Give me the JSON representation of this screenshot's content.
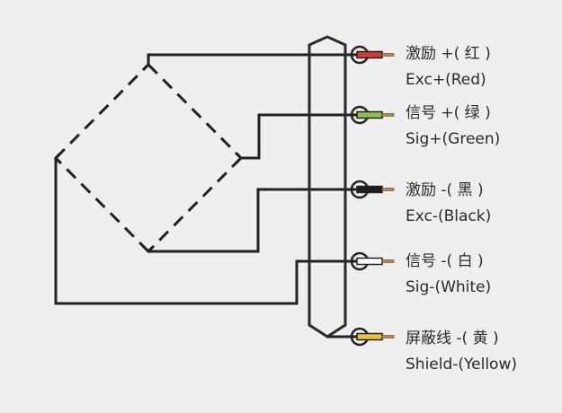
{
  "title": "Load cell wiring diagram",
  "wires": [
    {
      "id": "exc-plus",
      "cn": "激励 +( 红 )",
      "en": "Exc+(Red)",
      "color": "#d93a32"
    },
    {
      "id": "sig-plus",
      "cn": "信号 +( 绿 )",
      "en": "Sig+(Green)",
      "color": "#8dc350"
    },
    {
      "id": "exc-minus",
      "cn": "激励 -( 黑 )",
      "en": "Exc-(Black)",
      "color": "#1d1d1d"
    },
    {
      "id": "sig-minus",
      "cn": "信号 -( 白 )",
      "en": "Sig-(White)",
      "color": "#ffffff"
    },
    {
      "id": "shield",
      "cn": "屏蔽线 -( 黄 )",
      "en": "Shield-(Yellow)",
      "color": "#e8c23c"
    }
  ],
  "pin_color": "#b08a4a",
  "line_color": "#222222"
}
